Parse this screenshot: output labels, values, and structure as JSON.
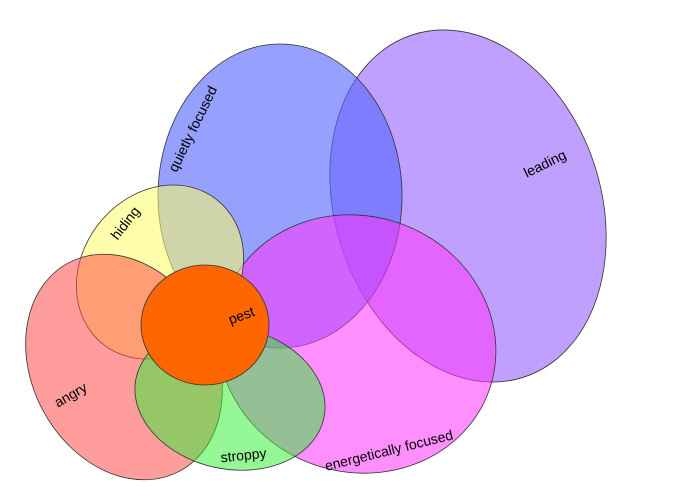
{
  "colors": {
    "leading": "#9966ff",
    "quietly_focused": "#5566ff",
    "energetically_focused": "#ff33ff",
    "hiding": "#ffff66",
    "angry": "#ff4444",
    "stroppy": "#33ee33",
    "pest": "#ff6600",
    "outline": "#333333"
  },
  "labels": {
    "leading": "leading",
    "quietly_focused": "quietly focused",
    "energetically_focused": "energetically focused",
    "hiding": "hiding",
    "angry": "angry",
    "stroppy": "stroppy",
    "pest": "pest"
  }
}
